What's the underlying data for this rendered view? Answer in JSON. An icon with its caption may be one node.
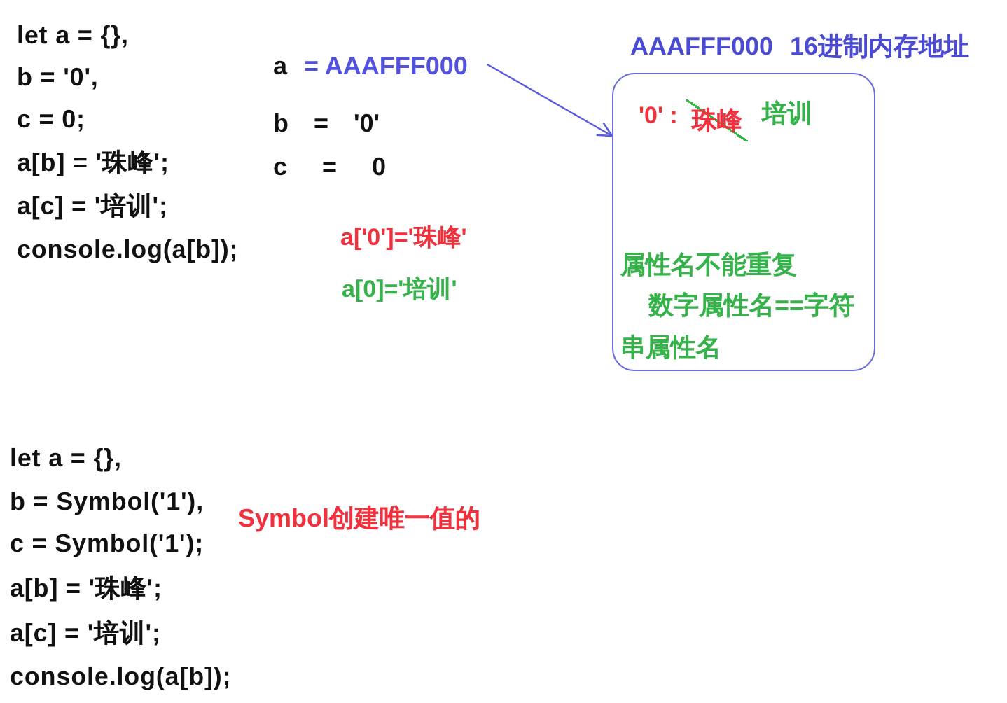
{
  "diagram": {
    "nodes": [
      {
        "text": [
          "a",
          "= AAAFFF000"
        ]
      },
      {
        "text": [
          "'0' :",
          "珠峰",
          "培训",
          "属性名不能重复",
          "数字属性名==字符串属性名"
        ],
        "beside": [
          "AAAFFF000 16进制内存地址"
        ]
      }
    ],
    "edges": [
      {
        "from": 0,
        "to": 1,
        "arrow": "to"
      }
    ],
    "labels": [
      "let a = {},",
      "b = '0',",
      "c = 0;",
      "a[b] = '珠峰';",
      "a[c] = '培训';",
      "console.log(a[b]);",
      "b = '0'",
      "c = 0",
      "a['0']='珠峰'",
      "a[0]='培训'",
      "let a = {},",
      "b = Symbol('1'),",
      "c = Symbol('1');",
      "a[b] = '珠峰';",
      "a[c] = '培训';",
      "console.log(a[b]);",
      "Symbol创建唯一值的"
    ]
  }
}
